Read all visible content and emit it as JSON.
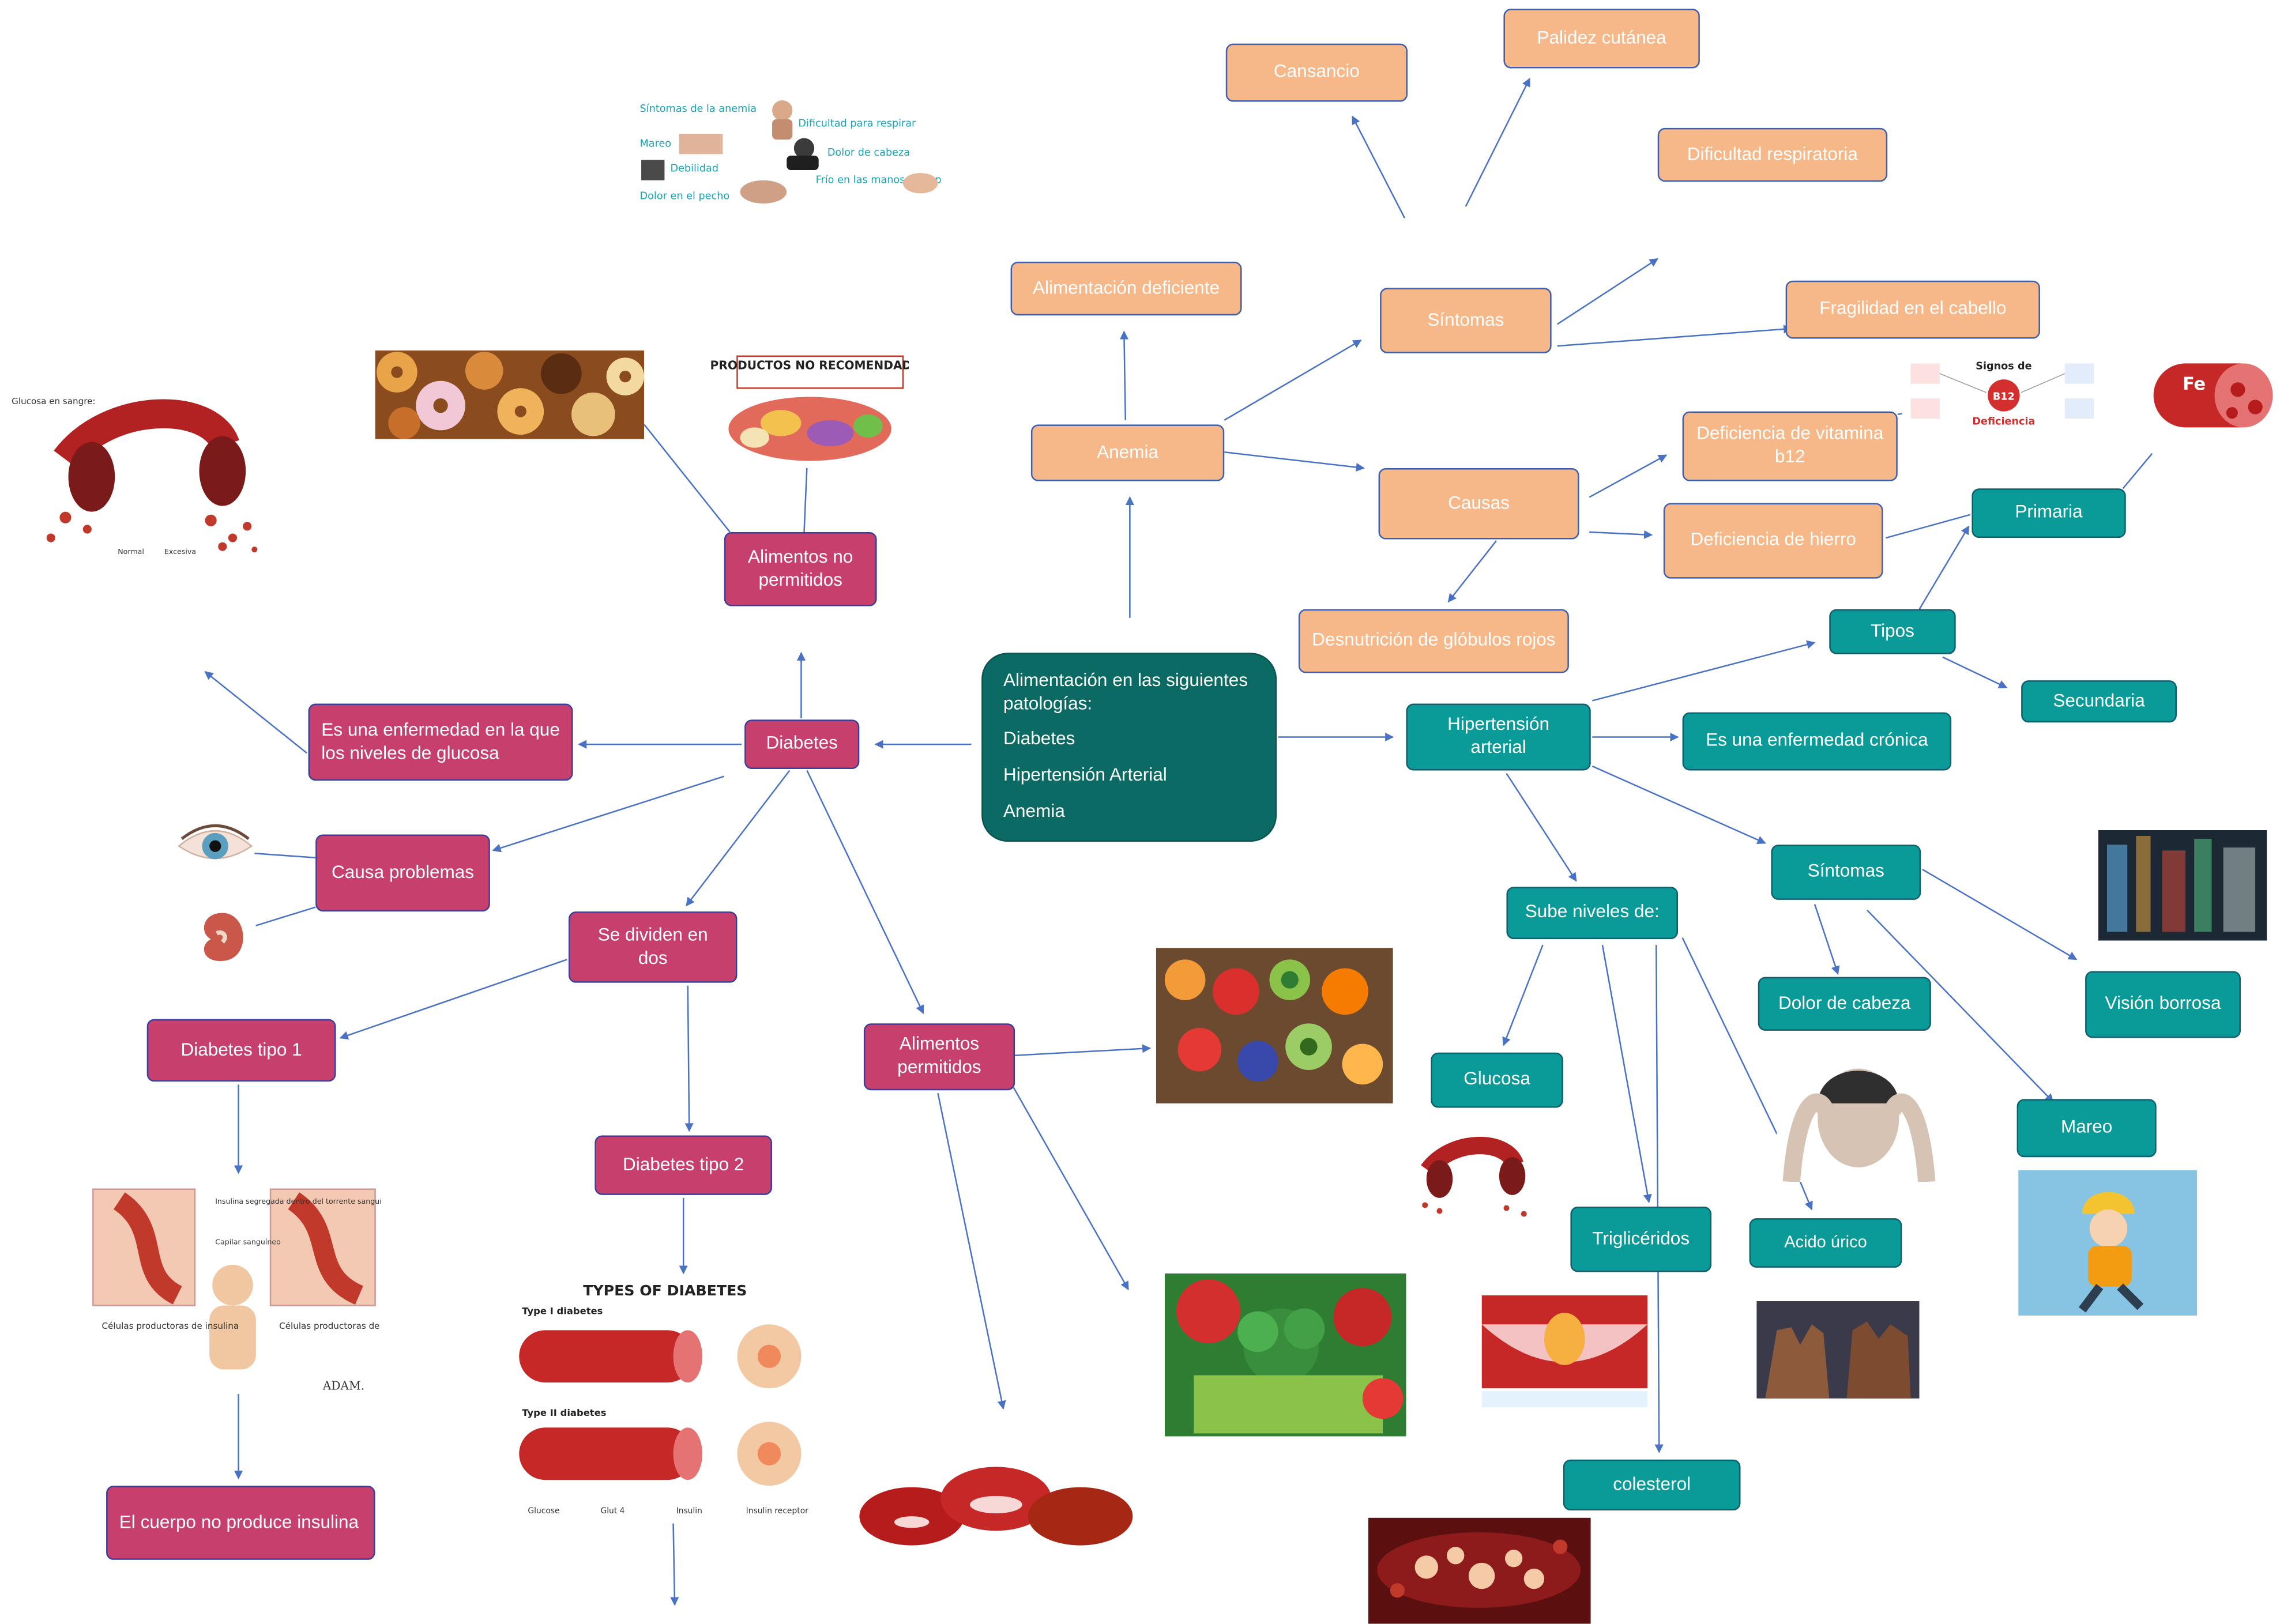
{
  "center": {
    "title": "Alimentación en las siguientes patologías:",
    "items": [
      "Diabetes",
      "Hipertensión Arterial",
      "Anemia"
    ]
  },
  "anemia": {
    "label": "Anemia",
    "alimentacion": "Alimentación deficiente",
    "sintomas": "Síntomas",
    "sintomas_items": [
      "Cansancio",
      "Palidez cutánea",
      "Dificultad respiratoria",
      "Fragilidad en el cabello"
    ],
    "causas": "Causas",
    "causas_items": [
      "Deficiencia de vitamina b12",
      "Deficiencia de hierro",
      "Desnutrición de glóbulos rojos"
    ],
    "infographic": {
      "lines": [
        "Síntomas de la anemia",
        "Dificultad para respirar",
        "Mareo",
        "Dolor de cabeza",
        "Debilidad",
        "Frío en las manos y los pies",
        "Dolor en el pecho"
      ]
    },
    "b12_image": {
      "title": "Signos de",
      "badge": "B12",
      "footer": "Deficiencia"
    },
    "fe_image": {
      "label": "Fe"
    }
  },
  "diabetes": {
    "label": "Diabetes",
    "definicion": "Es una enfermedad en la que los niveles de glucosa",
    "causa": "Causa problemas",
    "se_dividen": "Se dividen en dos",
    "tipo1": "Diabetes tipo 1",
    "tipo1_desc": "El cuerpo no produce insulina",
    "tipo2": "Diabetes tipo 2",
    "no_permitidos": "Alimentos no permitidos",
    "permitidos": "Alimentos permitidos",
    "productos_image": {
      "title": "PRODUCTOS NO RECOMENDADOS"
    },
    "glucose_image": {
      "caption": "Glucosa en sangre:",
      "normal": "Normal",
      "excess": "Excesiva"
    },
    "insulin_image": {
      "label_top": "Insulina segregada dentro del torrente sanguíneo",
      "label_cap": "Capilar sanguíneo",
      "legend_a": "Células productoras de insulina",
      "legend_b": "Células productoras de insulina destruidas",
      "brand": "ADAM."
    },
    "types_image": {
      "title": "TYPES OF DIABETES",
      "type1": "Type I diabetes",
      "type2": "Type II diabetes",
      "legend": [
        "Glucose",
        "Glut 4",
        "Insulin",
        "Insulin receptor"
      ]
    }
  },
  "hipertension": {
    "label": "Hipertensión arterial",
    "tipos": "Tipos",
    "primaria": "Primaria",
    "secundaria": "Secundaria",
    "cronica": "Es una enfermedad crónica",
    "sintomas": "Síntomas",
    "sintomas_items": [
      "Dolor de cabeza",
      "Visión borrosa",
      "Mareo"
    ],
    "sube": "Sube niveles de:",
    "sube_items": [
      "Glucosa",
      "Triglicéridos",
      "Acido úrico",
      "colesterol"
    ]
  },
  "colors": {
    "orange": "#f7b889",
    "teal": "#0a9a98",
    "pink": "#c7406d",
    "center": "#0b6b64",
    "arrow": "#4a72c4"
  }
}
